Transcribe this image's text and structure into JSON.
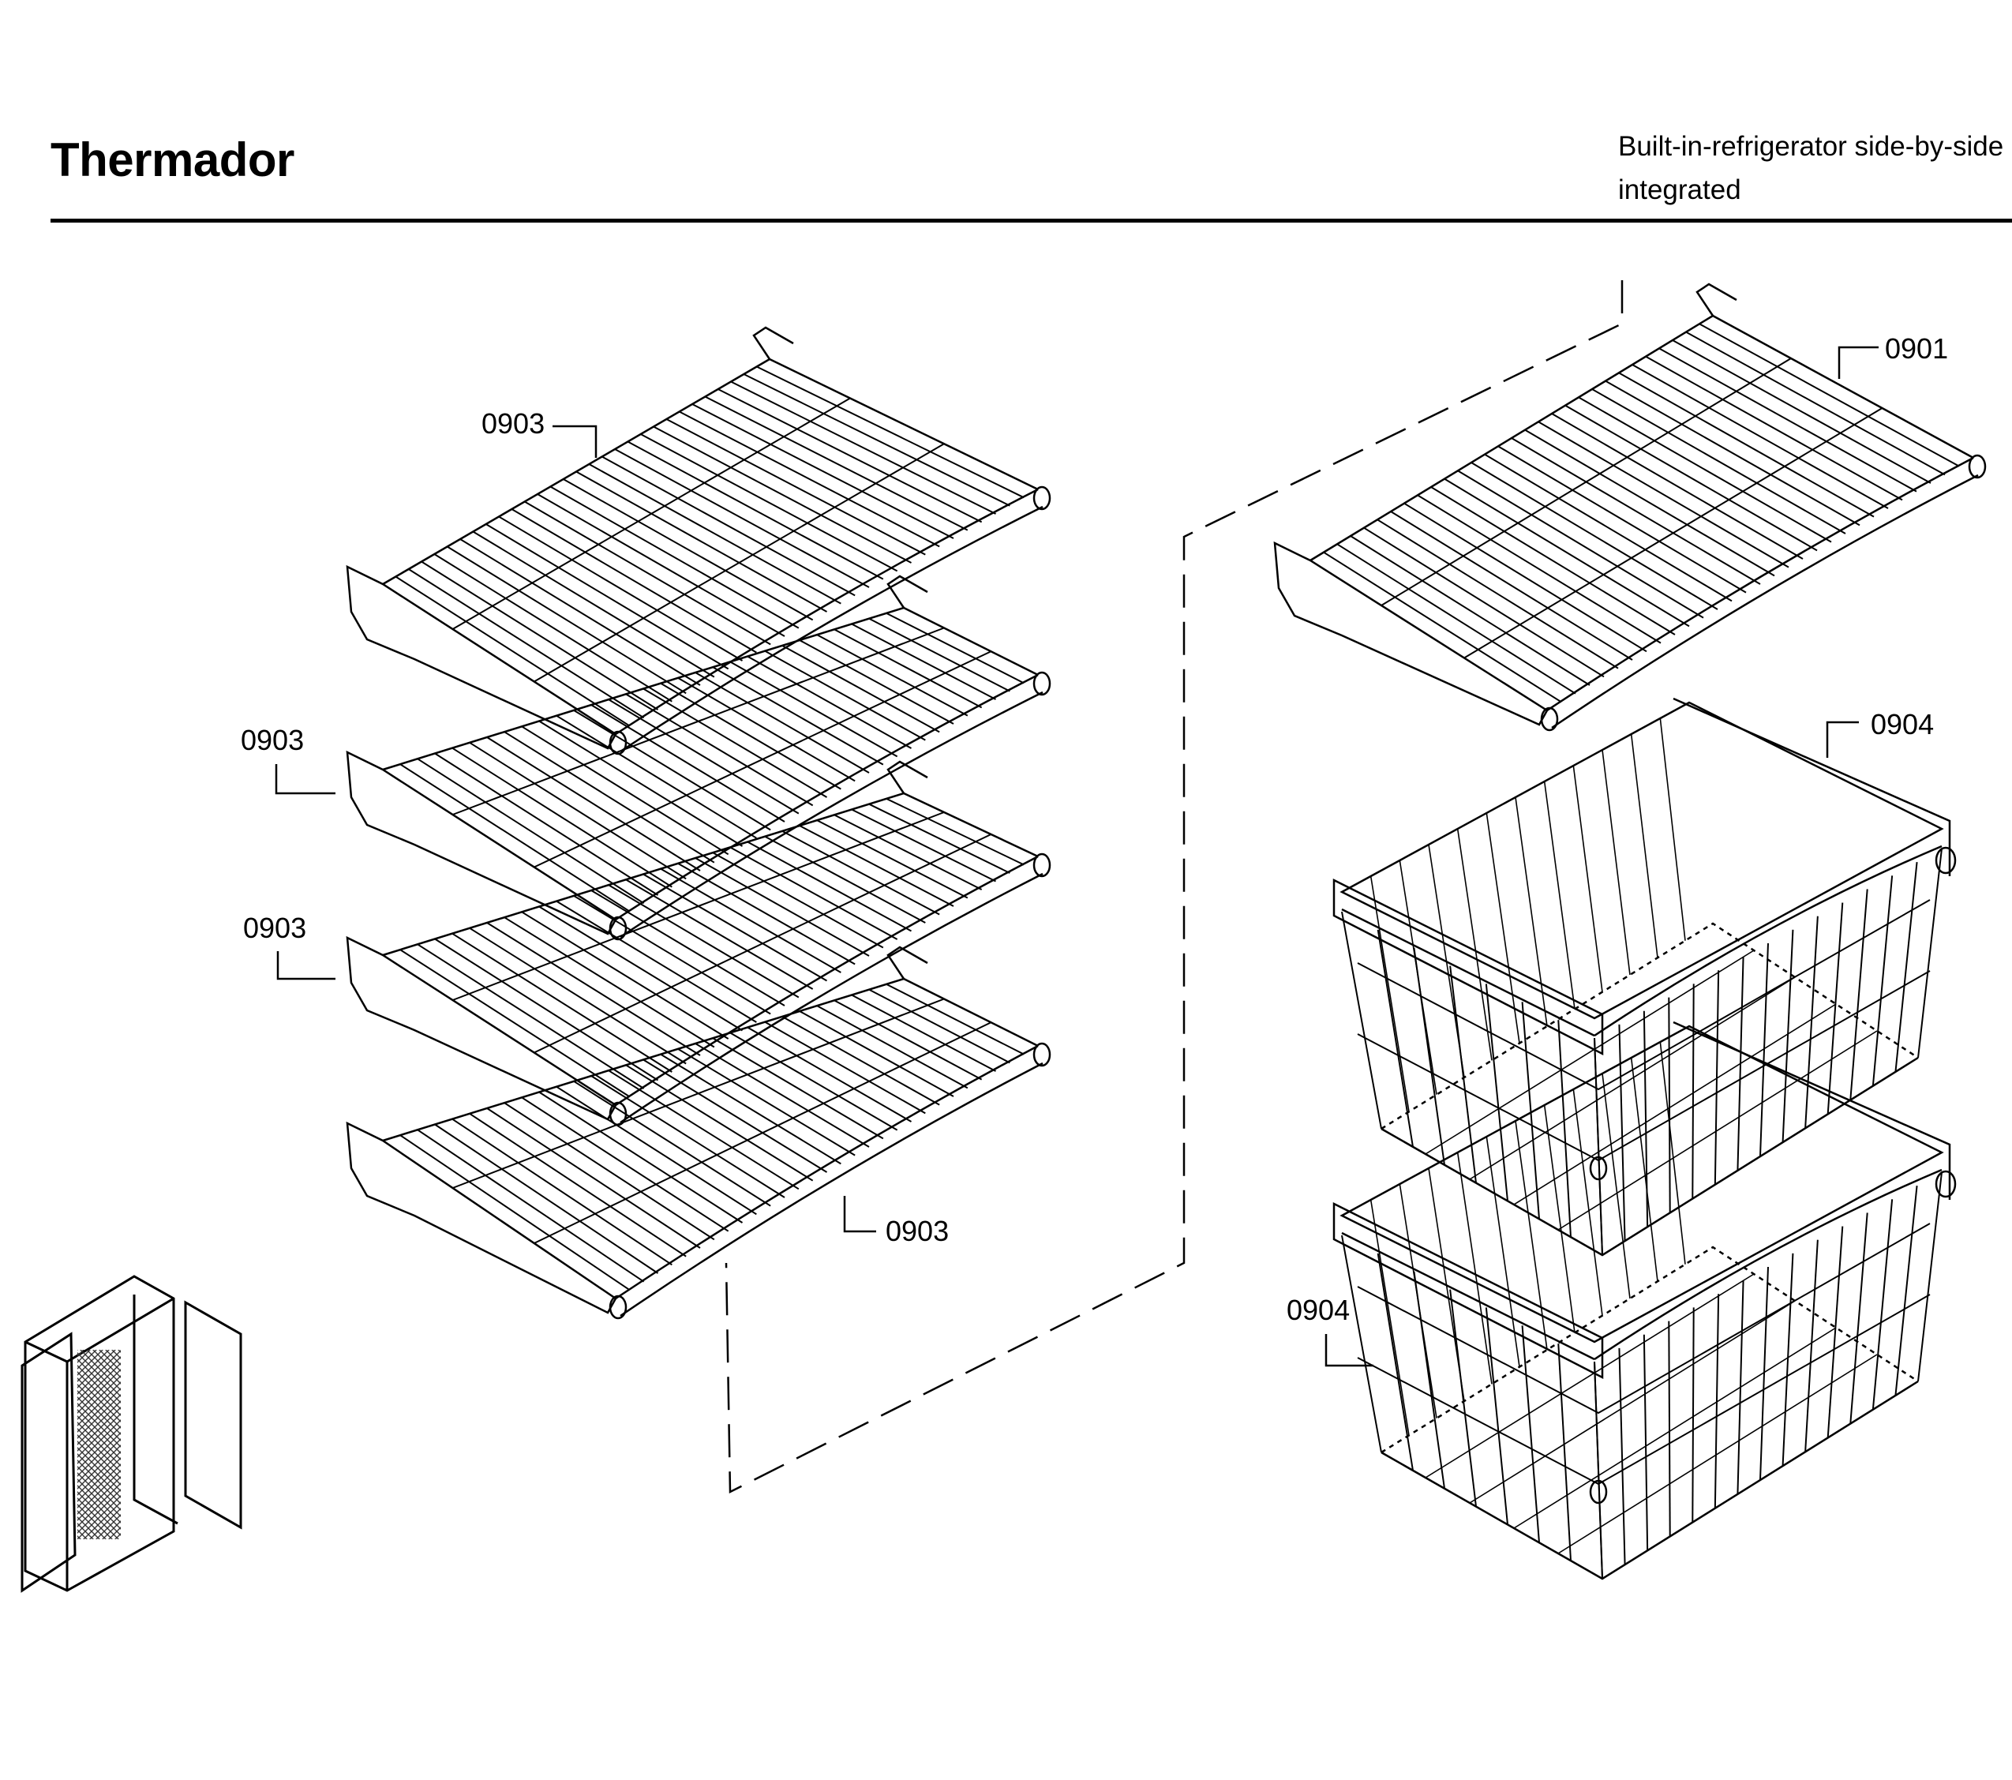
{
  "header": {
    "brand": "Thermador",
    "model_line1": "Built-in-refrigerator side-by-side",
    "model_line2": "integrated"
  },
  "callouts": {
    "shelf_top": "0903",
    "shelf_second": "0903",
    "shelf_third": "0903",
    "shelf_bottom": "0903",
    "freezer_shelf": "0901",
    "basket_upper": "0904",
    "basket_lower": "0904"
  }
}
